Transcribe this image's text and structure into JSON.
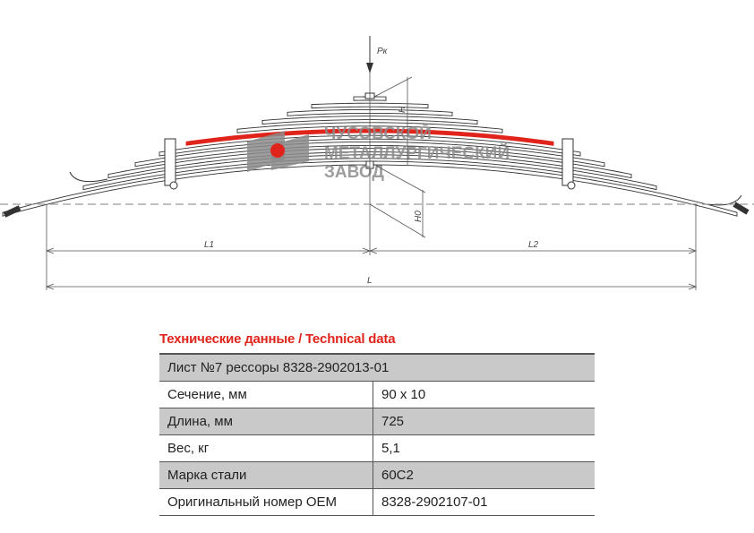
{
  "drawing": {
    "load_label": "Pк",
    "height_label": "H",
    "height0_label": "H0",
    "l1_label": "L1",
    "l2_label": "L2",
    "l_label": "L",
    "highlight_color": "#e0241b",
    "watermark": [
      "ЧУСОВСКОЙ",
      "МЕТАЛЛУРГИЧЕСКИЙ",
      "ЗАВОД"
    ]
  },
  "table": {
    "title": "Технические данные / Technical data",
    "header": "Лист №7 рессоры 8328-2902013-01",
    "rows": [
      {
        "label": "Сечение, мм",
        "value": "90 x 10"
      },
      {
        "label": "Длина, мм",
        "value": "725"
      },
      {
        "label": "Вес, кг",
        "value": "5,1"
      },
      {
        "label": "Марка стали",
        "value": "60С2"
      },
      {
        "label": "Оригинальный номер ОЕМ",
        "value": "8328-2902107-01"
      }
    ]
  }
}
